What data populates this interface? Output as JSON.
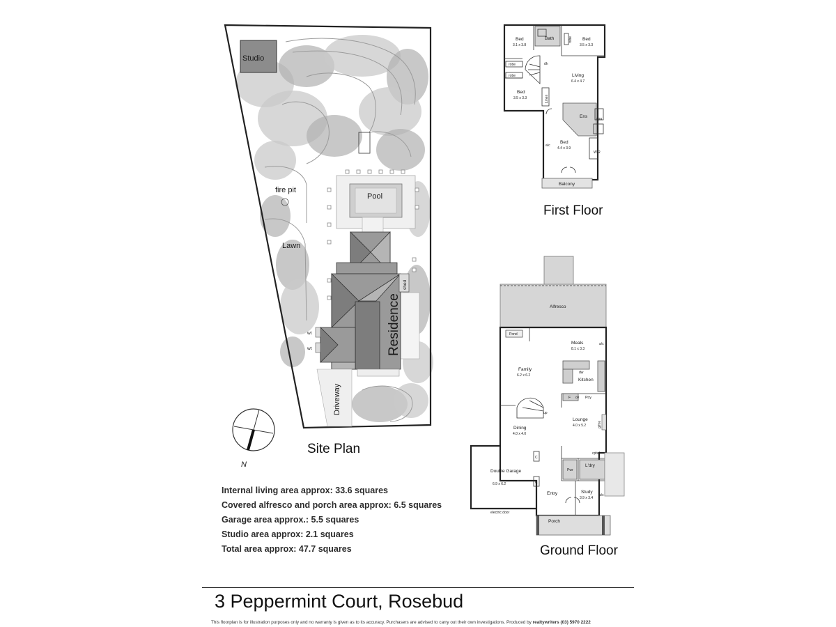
{
  "address": "3 Peppermint Court, Rosebud",
  "site_plan": {
    "title": "Site Plan",
    "labels": {
      "studio": "Studio",
      "pool": "Pool",
      "fire_pit": "fire pit",
      "lawn": "Lawn",
      "residence": "Residence",
      "shed": "shed",
      "wt1": "wt",
      "wt2": "wt",
      "driveway": "Driveway",
      "north": "N"
    }
  },
  "first_floor": {
    "title": "First Floor",
    "rooms": {
      "bed_nw": {
        "name": "Bed",
        "dims": "3.1 x 3.8"
      },
      "bath": {
        "name": "Bath"
      },
      "robe_top": {
        "name": "robe"
      },
      "bed_ne": {
        "name": "Bed",
        "dims": "3.5 x 3.3"
      },
      "robe_l1": {
        "name": "robe"
      },
      "robe_l2": {
        "name": "robe"
      },
      "dh": {
        "name": "dh"
      },
      "living": {
        "name": "Living",
        "dims": "6.4 x 4.7"
      },
      "bed_w": {
        "name": "Bed",
        "dims": "3.5 x 3.3"
      },
      "linen": {
        "name": "Linen"
      },
      "ens": {
        "name": "Ens"
      },
      "spa": {
        "name": "spa"
      },
      "ac": {
        "name": "a/c"
      },
      "bed_master": {
        "name": "Bed",
        "dims": "4.4 x 3.9"
      },
      "wir": {
        "name": "WIR"
      },
      "balcony": {
        "name": "Balcony"
      }
    }
  },
  "ground_floor": {
    "title": "Ground Floor",
    "rooms": {
      "alfresco": {
        "name": "Alfresco"
      },
      "pond": {
        "name": "Pond"
      },
      "meals": {
        "name": "Meals",
        "dims": "8.1 x 3.3"
      },
      "ac1": {
        "name": "a/c"
      },
      "family": {
        "name": "Family",
        "dims": "6.2 x 6.2"
      },
      "dw": {
        "name": "dw"
      },
      "kitchen": {
        "name": "Kitchen"
      },
      "f": {
        "name": "F"
      },
      "ov": {
        "name": "ov"
      },
      "ptry": {
        "name": "Ptry"
      },
      "up": {
        "name": "up"
      },
      "lounge": {
        "name": "Lounge",
        "dims": "4.0 x 5.2"
      },
      "gfire": {
        "name": "g/fire"
      },
      "dining": {
        "name": "Dining",
        "dims": "4.0 x 4.0"
      },
      "c1": {
        "name": "C"
      },
      "c2": {
        "name": "C"
      },
      "garage": {
        "name": "Double Garage",
        "dims": "6.9 x 6.2"
      },
      "cpbd": {
        "name": "cpbd"
      },
      "pwr": {
        "name": "Pwr"
      },
      "ldry": {
        "name": "L'dry"
      },
      "entry": {
        "name": "Entry"
      },
      "study": {
        "name": "Study",
        "dims": "3.9 x 3.4"
      },
      "ac2": {
        "name": "a/c"
      },
      "electric_door": {
        "name": "electric door"
      },
      "porch": {
        "name": "Porch"
      }
    }
  },
  "area_summary": [
    "Internal living area approx: 33.6 squares",
    "Covered alfresco and porch area approx: 6.5 squares",
    "Garage area approx.: 5.5 squares",
    "Studio area approx: 2.1 squares",
    "Total area approx: 47.7 squares"
  ],
  "disclaimer": {
    "text": "This floorplan is for illustration purposes only and no warranty is given as to its accuracy. Purchasers are advised to carry out their own investigations. Produced by",
    "company": "realtywriters",
    "phone": "(03) 5970 2222"
  }
}
